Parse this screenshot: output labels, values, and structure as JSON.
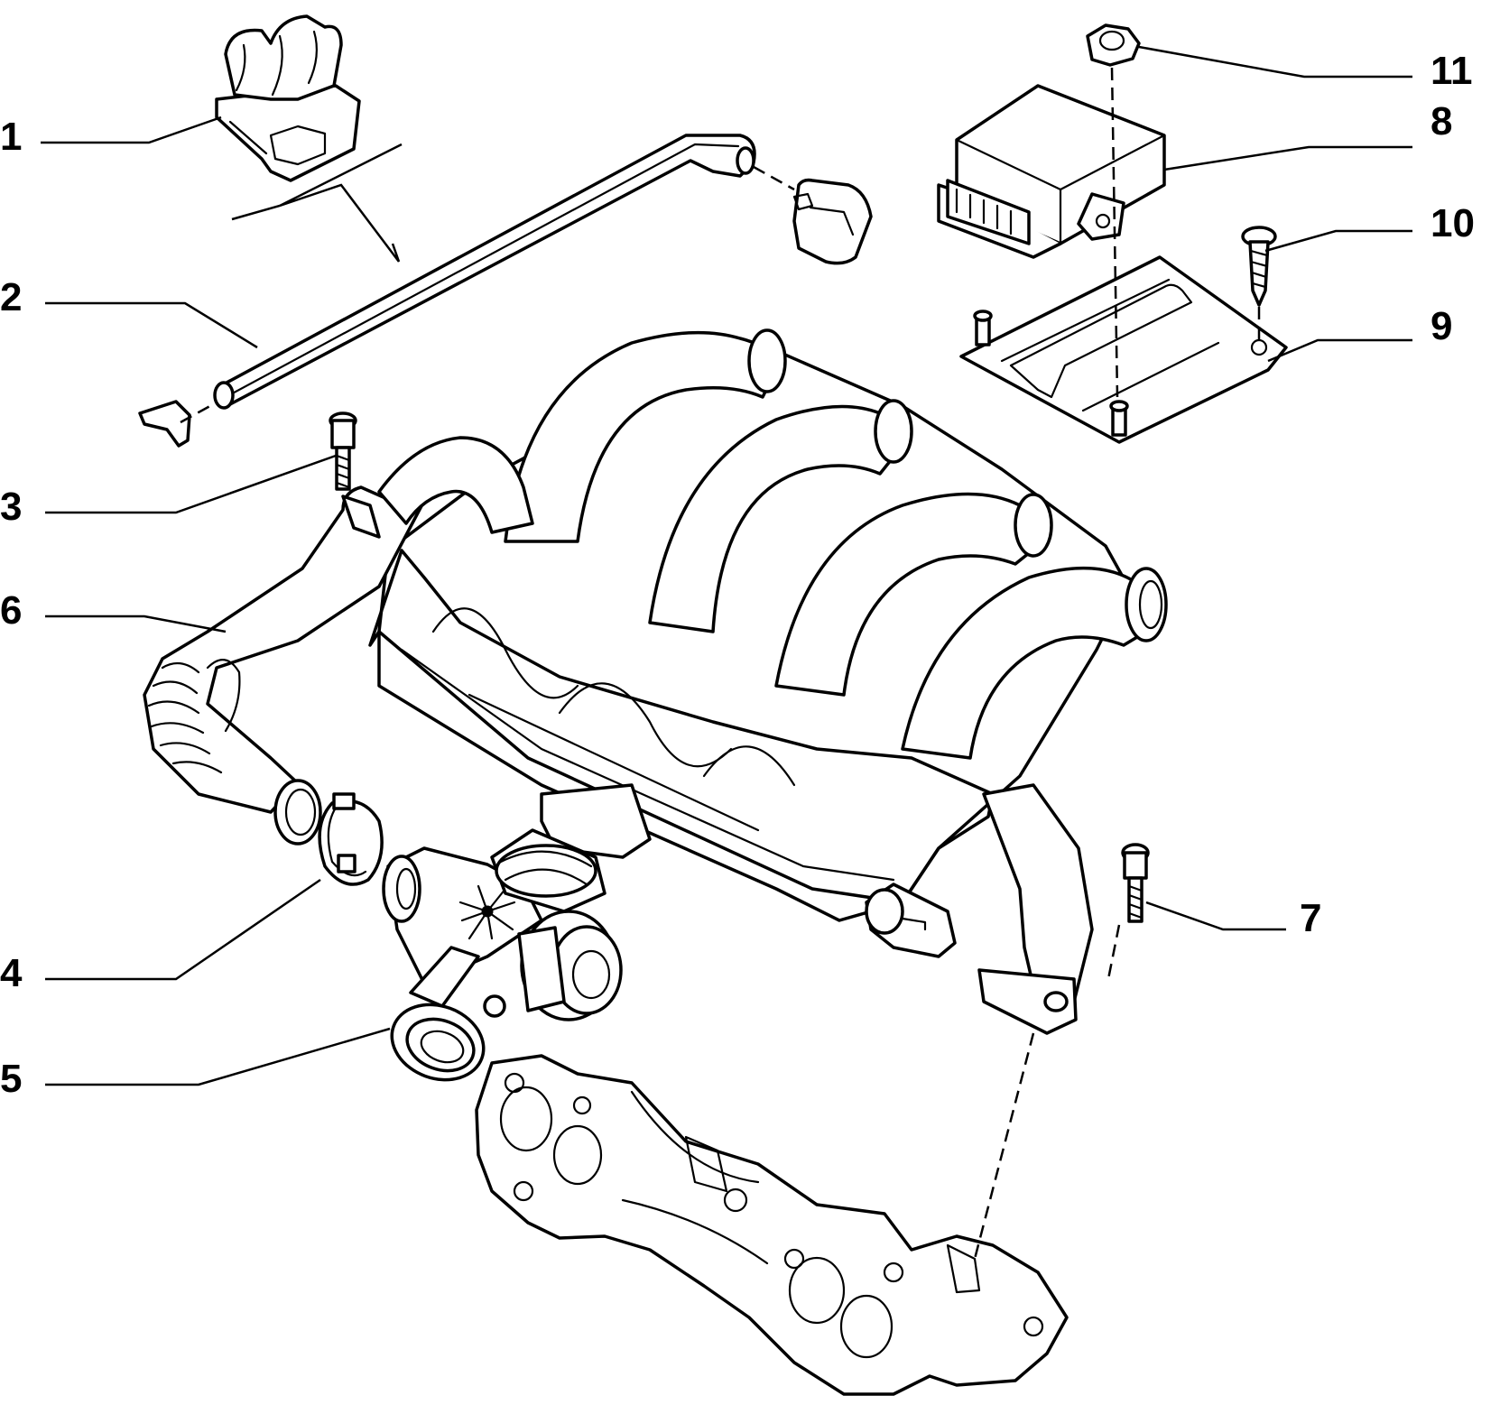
{
  "callouts": [
    {
      "id": "1",
      "label": "1"
    },
    {
      "id": "2",
      "label": "2"
    },
    {
      "id": "3",
      "label": "3"
    },
    {
      "id": "6",
      "label": "6"
    },
    {
      "id": "4",
      "label": "4"
    },
    {
      "id": "5",
      "label": "5"
    },
    {
      "id": "11",
      "label": "11"
    },
    {
      "id": "8",
      "label": "8"
    },
    {
      "id": "10",
      "label": "10"
    },
    {
      "id": "9",
      "label": "9"
    },
    {
      "id": "7",
      "label": "7"
    }
  ]
}
